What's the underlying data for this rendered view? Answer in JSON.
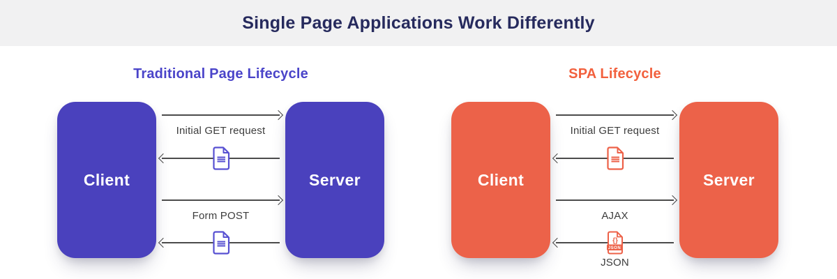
{
  "header": {
    "title": "Single Page Applications Work Differently",
    "background": "#f1f1f2",
    "text_color": "#262a5d"
  },
  "colors": {
    "traditional_accent": "#4a41bd",
    "traditional_heading": "#4a44c9",
    "spa_accent": "#ec6249",
    "spa_heading": "#f2603d",
    "arrow_line": "#4b4b4b",
    "flow_label": "#3d3d3d",
    "page_background": "#ffffff"
  },
  "diagrams": [
    {
      "id": "traditional",
      "heading": "Traditional Page Lifecycle",
      "client_label": "Client",
      "server_label": "Server",
      "flows": [
        {
          "direction": "right",
          "label": "Initial GET request"
        },
        {
          "direction": "left",
          "label": "",
          "icon": "document-icon"
        },
        {
          "direction": "right",
          "label": "Form POST"
        },
        {
          "direction": "left",
          "label": "",
          "icon": "document-icon"
        }
      ]
    },
    {
      "id": "spa",
      "heading": "SPA Lifecycle",
      "client_label": "Client",
      "server_label": "Server",
      "flows": [
        {
          "direction": "right",
          "label": "Initial GET request"
        },
        {
          "direction": "left",
          "label": "",
          "icon": "document-icon"
        },
        {
          "direction": "right",
          "label": "AJAX"
        },
        {
          "direction": "left",
          "label": "JSON",
          "icon": "json-file-icon"
        }
      ]
    }
  ],
  "icons": {
    "json_braces": "{}",
    "json_banner": "JSON"
  }
}
